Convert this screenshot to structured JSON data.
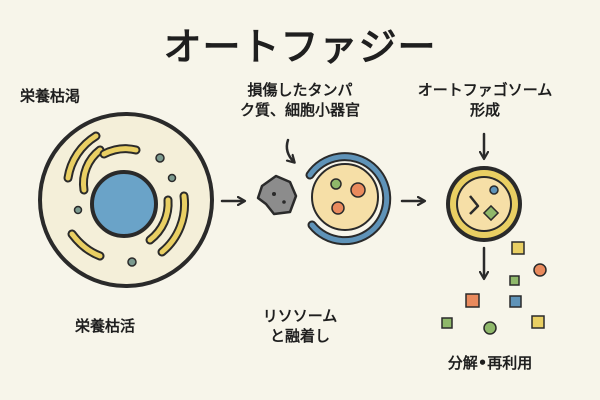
{
  "title": "オートファジー",
  "labels": {
    "starvation_top": "栄養枯渇",
    "damaged_line1": "損傷したタンパ",
    "damaged_line2": "ク質、細胞小器官",
    "autophagosome_line1": "オートファゴソーム",
    "autophagosome_line2": "形成",
    "starvation_bottom": "栄養枯活",
    "lysosome_line1": "リソソーム",
    "lysosome_line2": "と融着し",
    "degradation": "分解•再利用"
  },
  "colors": {
    "background": "#f7f5ea",
    "cytoplasm": "#f4efd9",
    "outline": "#2a2a2a",
    "nucleus": "#6aa3c8",
    "organelle": "#e9cf63",
    "vesicle": "#f6dfa7",
    "green": "#8fb86a",
    "orange": "#e98a5d",
    "blue": "#5f93b8",
    "debris": "#8c8c8c",
    "small_dot": "#7b9a8f"
  },
  "icons": [
    "cell-icon",
    "nucleus-icon",
    "debris-icon",
    "phagophore-icon",
    "autophagosome-icon",
    "arrow-icon",
    "fragment-icon"
  ]
}
